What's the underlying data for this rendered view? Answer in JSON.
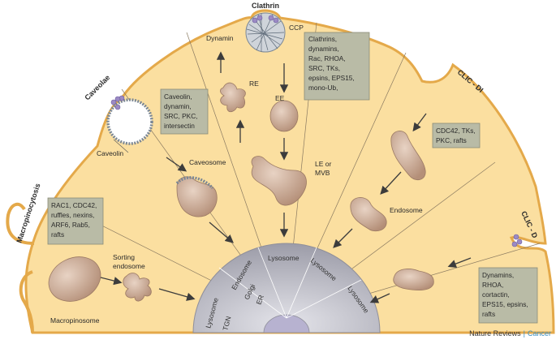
{
  "pathways": {
    "clathrin": {
      "title": "Clathrin",
      "pit_label": "CCP",
      "dynamin_label": "Dynamin",
      "box": [
        "Clathrins,",
        "dynamins,",
        "Rac, RHOA,",
        "SRC, TKs,",
        "epsins, EPS15,",
        "mono-Ub,"
      ]
    },
    "caveolae": {
      "title": "Caveolae",
      "caveolin_label": "Caveolin",
      "box": [
        "Caveolin,",
        "dynamin,",
        "SRC, PKC,",
        "intersectin"
      ],
      "caveosome_label": "Caveosome"
    },
    "clic_di": {
      "title": "CLIC - DI",
      "box": [
        "CDC42, TKs,",
        "PKC, rafts"
      ],
      "endosome_label": "Endosome"
    },
    "clic_d": {
      "title": "CLIC - D",
      "box": [
        "Dynamins,",
        "RHOA,",
        "cortactin,",
        "EPS15, epsins,",
        "rafts"
      ]
    },
    "macropinocytosis": {
      "title": "Macropinocytosis",
      "box": [
        "RAC1, CDC42,",
        "ruffles, nexins,",
        "ARF6, Rab5,",
        "rafts"
      ],
      "sorting_label": [
        "Sorting",
        "endosome"
      ],
      "macropinosome_label": "Macropinosome"
    }
  },
  "organelles": {
    "re": "RE",
    "ee": "EE",
    "le_mvb": [
      "LE or",
      "MVB"
    ]
  },
  "center": {
    "lysosome": "Lysosome",
    "endosome": "Endosome",
    "golgi": "Golgi",
    "er": "ER",
    "tgn": "TGN"
  },
  "credit": {
    "publisher": "Nature Reviews",
    "separator": "|",
    "journal": "Cancer"
  },
  "colors": {
    "cytoplasm": "#fbdfa0",
    "membrane": "#e4a94a",
    "vesicle": "#caa893",
    "box": "#b9bba6",
    "center": "#a6a6b1",
    "coat": "#9b8ac4"
  }
}
